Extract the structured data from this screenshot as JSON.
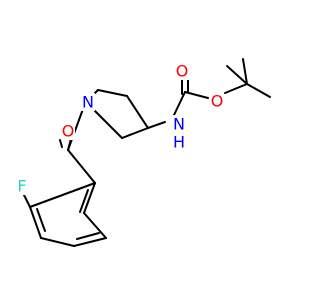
{
  "molecule": {
    "atoms": [
      {
        "id": "O_amide",
        "symbol": "O",
        "color": "#ff0000"
      },
      {
        "id": "N_ring",
        "symbol": "N",
        "color": "#0000ff"
      },
      {
        "id": "NH",
        "symbol": "N",
        "h_label": "H",
        "color": "#0000ff"
      },
      {
        "id": "O_carbonyl",
        "symbol": "O",
        "color": "#ff0000"
      },
      {
        "id": "O_ester",
        "symbol": "O",
        "color": "#ff0000"
      },
      {
        "id": "F",
        "symbol": "F",
        "color": "#33cccc"
      }
    ],
    "bond_color": "#000000"
  }
}
